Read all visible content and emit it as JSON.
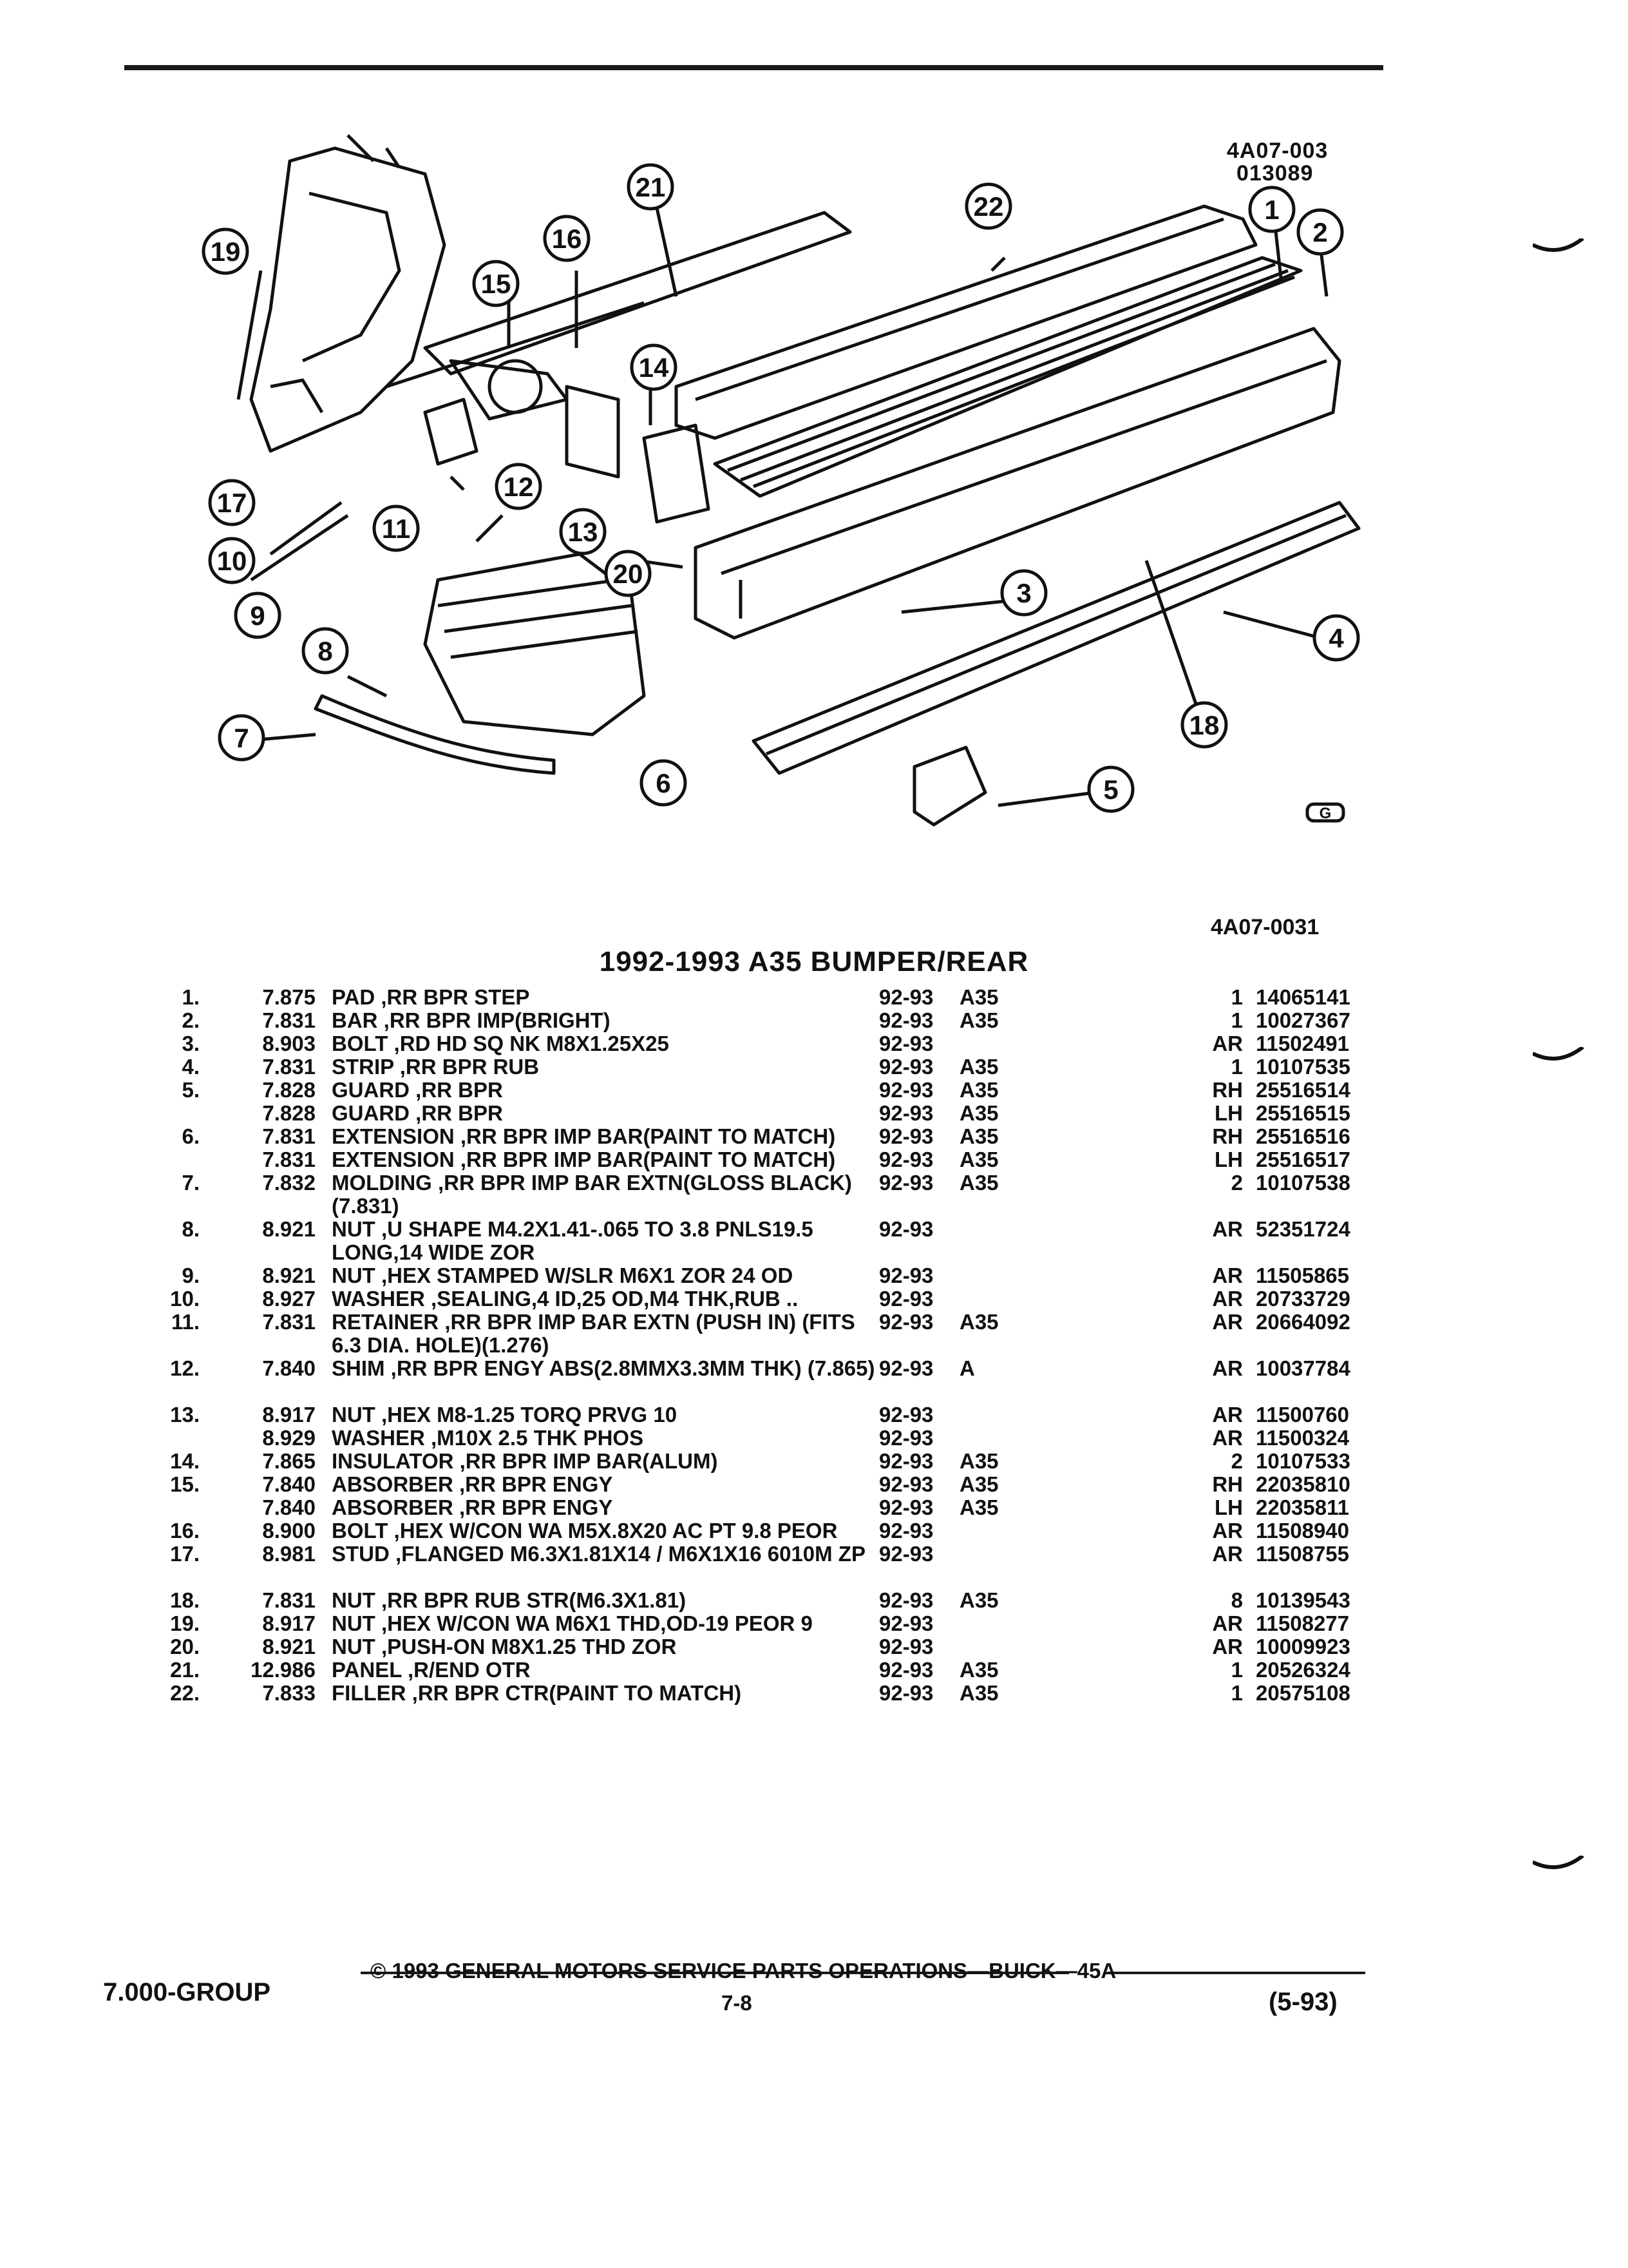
{
  "diagram": {
    "id_top": "4A07-003",
    "id_date": "013089",
    "callouts": [
      "1",
      "2",
      "3",
      "4",
      "5",
      "6",
      "7",
      "8",
      "9",
      "10",
      "11",
      "12",
      "13",
      "14",
      "15",
      "16",
      "17",
      "18",
      "19",
      "20",
      "21",
      "22"
    ],
    "symbol": "GM-logo"
  },
  "figure_ref": "4A07-0031",
  "title": "1992-1993 A35 BUMPER/REAR",
  "parts": [
    {
      "num": "1.",
      "group": "7.875",
      "desc": "PAD ,RR BPR STEP",
      "years": "92-93",
      "series": "A35",
      "qty": "1",
      "part": "14065141"
    },
    {
      "num": "2.",
      "group": "7.831",
      "desc": "BAR ,RR BPR IMP(BRIGHT)",
      "years": "92-93",
      "series": "A35",
      "qty": "1",
      "part": "10027367"
    },
    {
      "num": "3.",
      "group": "8.903",
      "desc": "BOLT ,RD HD SQ NK M8X1.25X25",
      "years": "92-93",
      "series": "",
      "qty": "AR",
      "part": "11502491"
    },
    {
      "num": "4.",
      "group": "7.831",
      "desc": "STRIP ,RR BPR RUB",
      "years": "92-93",
      "series": "A35",
      "qty": "1",
      "part": "10107535"
    },
    {
      "num": "5.",
      "group": "7.828",
      "desc": "GUARD ,RR BPR",
      "years": "92-93",
      "series": "A35",
      "qty": "RH",
      "part": "25516514"
    },
    {
      "num": "",
      "group": "7.828",
      "desc": "GUARD ,RR BPR",
      "years": "92-93",
      "series": "A35",
      "qty": "LH",
      "part": "25516515"
    },
    {
      "num": "6.",
      "group": "7.831",
      "desc": "EXTENSION ,RR BPR IMP BAR(PAINT TO MATCH)",
      "years": "92-93",
      "series": "A35",
      "qty": "RH",
      "part": "25516516"
    },
    {
      "num": "",
      "group": "7.831",
      "desc": "EXTENSION ,RR BPR IMP BAR(PAINT TO MATCH)",
      "years": "92-93",
      "series": "A35",
      "qty": "LH",
      "part": "25516517"
    },
    {
      "num": "7.",
      "group": "7.832",
      "desc": "MOLDING ,RR BPR IMP BAR EXTN(GLOSS BLACK)(7.831)",
      "years": "92-93",
      "series": "A35",
      "qty": "2",
      "part": "10107538"
    },
    {
      "num": "8.",
      "group": "8.921",
      "desc": "NUT ,U SHAPE M4.2X1.41-.065 TO 3.8 PNLS19.5 LONG,14 WIDE ZOR",
      "years": "92-93",
      "series": "",
      "qty": "AR",
      "part": "52351724"
    },
    {
      "num": "9.",
      "group": "8.921",
      "desc": "NUT ,HEX STAMPED W/SLR M6X1 ZOR 24 OD",
      "years": "92-93",
      "series": "",
      "qty": "AR",
      "part": "11505865"
    },
    {
      "num": "10.",
      "group": "8.927",
      "desc": "WASHER ,SEALING,4 ID,25 OD,M4 THK,RUB ..",
      "years": "92-93",
      "series": "",
      "qty": "AR",
      "part": "20733729"
    },
    {
      "num": "11.",
      "group": "7.831",
      "desc": "RETAINER ,RR BPR IMP BAR EXTN (PUSH IN) (FITS 6.3 DIA. HOLE)(1.276)",
      "years": "92-93",
      "series": "A35",
      "qty": "AR",
      "part": "20664092"
    },
    {
      "num": "12.",
      "group": "7.840",
      "desc": "SHIM ,RR BPR ENGY ABS(2.8MMX3.3MM THK) (7.865)",
      "years": "92-93",
      "series": "A",
      "qty": "AR",
      "part": "10037784"
    },
    {
      "num": "13.",
      "group": "8.917",
      "desc": "NUT ,HEX M8-1.25 TORQ PRVG 10",
      "years": "92-93",
      "series": "",
      "qty": "AR",
      "part": "11500760"
    },
    {
      "num": "",
      "group": "8.929",
      "desc": "WASHER ,M10X 2.5 THK PHOS",
      "years": "92-93",
      "series": "",
      "qty": "AR",
      "part": "11500324"
    },
    {
      "num": "14.",
      "group": "7.865",
      "desc": "INSULATOR ,RR BPR IMP BAR(ALUM)",
      "years": "92-93",
      "series": "A35",
      "qty": "2",
      "part": "10107533"
    },
    {
      "num": "15.",
      "group": "7.840",
      "desc": "ABSORBER ,RR BPR ENGY",
      "years": "92-93",
      "series": "A35",
      "qty": "RH",
      "part": "22035810"
    },
    {
      "num": "",
      "group": "7.840",
      "desc": "ABSORBER ,RR BPR ENGY",
      "years": "92-93",
      "series": "A35",
      "qty": "LH",
      "part": "22035811"
    },
    {
      "num": "16.",
      "group": "8.900",
      "desc": "BOLT ,HEX W/CON WA M5X.8X20 AC PT 9.8 PEOR",
      "years": "92-93",
      "series": "",
      "qty": "AR",
      "part": "11508940"
    },
    {
      "num": "17.",
      "group": "8.981",
      "desc": "STUD ,FLANGED M6.3X1.81X14 / M6X1X16 6010M ZP",
      "years": "92-93",
      "series": "",
      "qty": "AR",
      "part": "11508755"
    },
    {
      "num": "18.",
      "group": "7.831",
      "desc": "NUT ,RR BPR RUB STR(M6.3X1.81)",
      "years": "92-93",
      "series": "A35",
      "qty": "8",
      "part": "10139543"
    },
    {
      "num": "19.",
      "group": "8.917",
      "desc": "NUT ,HEX W/CON WA M6X1 THD,OD-19 PEOR 9",
      "years": "92-93",
      "series": "",
      "qty": "AR",
      "part": "11508277"
    },
    {
      "num": "20.",
      "group": "8.921",
      "desc": "NUT ,PUSH-ON M8X1.25 THD ZOR",
      "years": "92-93",
      "series": "",
      "qty": "AR",
      "part": "10009923"
    },
    {
      "num": "21.",
      "group": "12.986",
      "desc": "PANEL ,R/END OTR",
      "years": "92-93",
      "series": "A35",
      "qty": "1",
      "part": "20526324"
    },
    {
      "num": "22.",
      "group": "7.833",
      "desc": "FILLER ,RR BPR CTR(PAINT TO MATCH)",
      "years": "92-93",
      "series": "A35",
      "qty": "1",
      "part": "20575108"
    }
  ],
  "footer": {
    "group": "7.000-GROUP",
    "copyright": "© 1993 GENERAL MOTORS SERVICE PARTS OPERATIONS—BUICK—45A",
    "page": "7-8",
    "date": "(5-93)"
  }
}
